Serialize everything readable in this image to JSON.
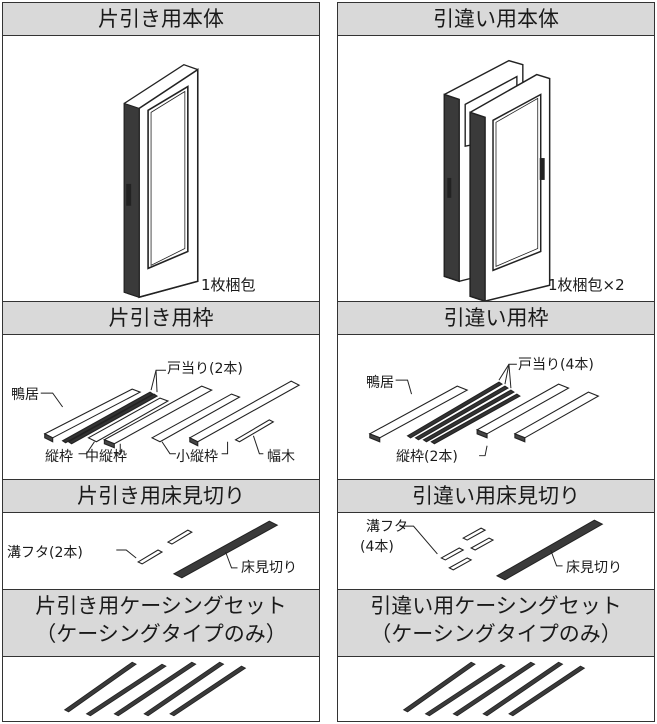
{
  "left": {
    "body_header": "片引き用本体",
    "body_caption": "1枚梱包",
    "frame_header": "片引き用枠",
    "frame_labels": {
      "to_atari": "戸当り(2本)",
      "kamoi": "鴨居",
      "tatewaku": "縦枠",
      "naka_tatewaku": "中縦枠",
      "ko_tatewaku": "小縦枠",
      "habaki": "幅木"
    },
    "floor_header": "片引き用床見切り",
    "floor_labels": {
      "mizo_futa": "溝フタ(2本)",
      "yuka_mikiri": "床見切り"
    },
    "casing_header_line1": "片引き用ケーシングセット",
    "casing_header_line2": "（ケーシングタイプのみ）"
  },
  "right": {
    "body_header": "引違い用本体",
    "body_caption": "1枚梱包×2",
    "frame_header": "引違い用枠",
    "frame_labels": {
      "to_atari": "戸当り(4本)",
      "kamoi": "鴨居",
      "tatewaku": "縦枠(2本)"
    },
    "floor_header": "引違い用床見切り",
    "floor_labels": {
      "mizo_futa_1": "溝フタ",
      "mizo_futa_2": "(4本)",
      "yuka_mikiri": "床見切り"
    },
    "casing_header_line1": "引違い用ケーシングセット",
    "casing_header_line2": "（ケーシングタイプのみ）"
  }
}
